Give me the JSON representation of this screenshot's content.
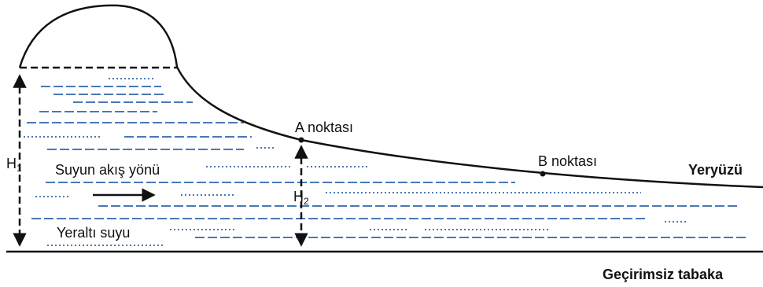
{
  "diagram": {
    "labels": {
      "point_a": "A noktası",
      "point_b": "B noktası",
      "surface": "Yeryüzü",
      "flow_direction": "Suyun akış yönü",
      "groundwater": "Yeraltı suyu",
      "impermeable_layer": "Geçirimsiz tabaka",
      "h1_letter": "H",
      "h1_sub": "1",
      "h2_letter": "H",
      "h2_sub": "2"
    },
    "colors": {
      "outline": "#111111",
      "water": "#4a78b5"
    },
    "icons": {
      "flow": "arrow-right-icon",
      "height": "double-arrow-vertical-icon"
    }
  }
}
